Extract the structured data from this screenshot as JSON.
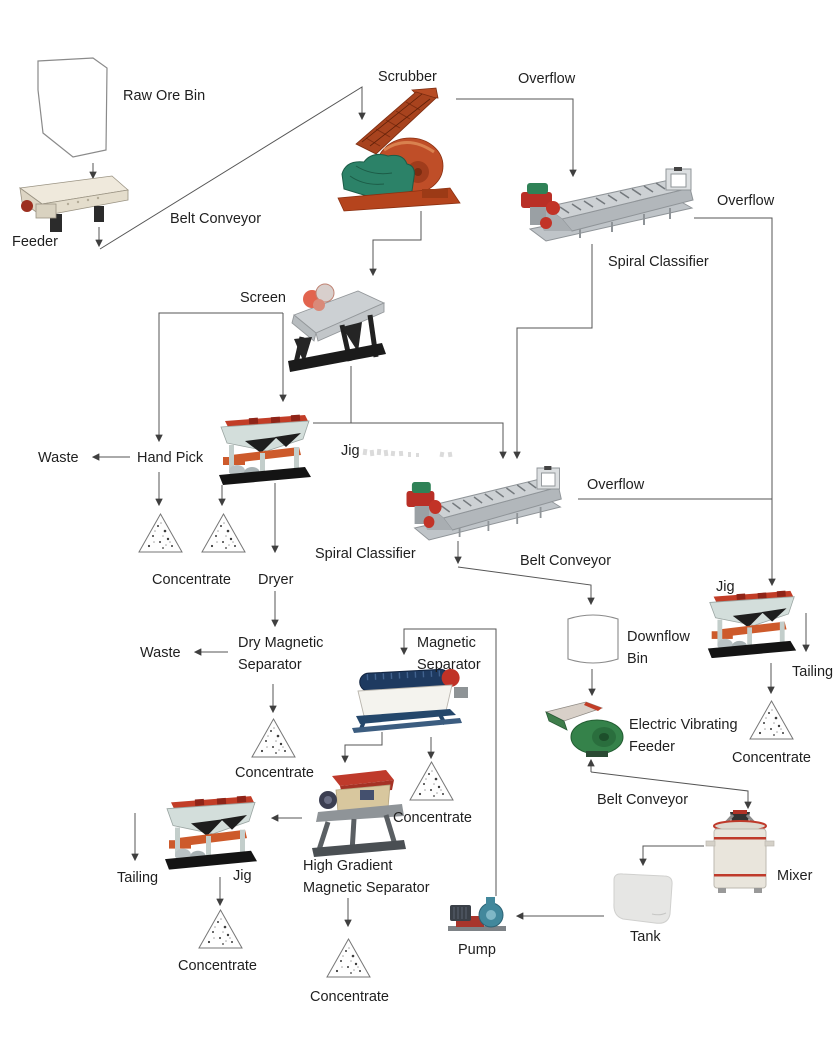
{
  "labels": {
    "raw_ore_bin": "Raw Ore Bin",
    "feeder": "Feeder",
    "belt_conveyor_1": "Belt Conveyor",
    "scrubber": "Scrubber",
    "overflow_top": "Overflow",
    "overflow_right": "Overflow",
    "overflow_mid": "Overflow",
    "spiral_classifier_1": "Spiral Classifier",
    "spiral_classifier_2": "Spiral Classifier",
    "screen": "Screen",
    "waste_1": "Waste",
    "hand_pick": "Hand Pick",
    "jig_1": "Jig",
    "jig_2": "Jig",
    "jig_3": "Jig",
    "dryer": "Dryer",
    "dry_magnetic_separator": "Dry Magnetic Separator",
    "magnetic_separator": "Magnetic Separator",
    "high_gradient_magnetic_separator": "High Gradient Magnetic Separator",
    "waste_2": "Waste",
    "belt_conveyor_2": "Belt Conveyor",
    "belt_conveyor_3": "Belt Conveyor",
    "downflow_bin": "Downflow Bin",
    "electric_vibrating_feeder": "Electric Vibrating Feeder",
    "mixer": "Mixer",
    "tank": "Tank",
    "pump": "Pump",
    "tailing_1": "Tailing",
    "tailing_2": "Tailing",
    "concentrate_hand_pick_jig": "Concentrate",
    "concentrate_dry_mag": "Concentrate",
    "concentrate_mag": "Concentrate",
    "concentrate_jig2": "Concentrate",
    "concentrate_jig3": "Concentrate",
    "concentrate_hgms": "Concentrate"
  },
  "connections": [
    {
      "from": "Raw Ore Bin",
      "to": "Feeder"
    },
    {
      "from": "Feeder",
      "to": "Scrubber",
      "via": "Belt Conveyor"
    },
    {
      "from": "Scrubber",
      "to": "Spiral Classifier 1",
      "via": "Overflow"
    },
    {
      "from": "Scrubber",
      "to": "Screen"
    },
    {
      "from": "Spiral Classifier 1",
      "to": "Jig 2",
      "via": "Overflow"
    },
    {
      "from": "Spiral Classifier 1",
      "to": "Spiral Classifier 2"
    },
    {
      "from": "Screen",
      "to": "Hand Pick"
    },
    {
      "from": "Screen",
      "to": "Jig 1"
    },
    {
      "from": "Screen",
      "to": "Spiral Classifier 2"
    },
    {
      "from": "Hand Pick",
      "to": "Waste"
    },
    {
      "from": "Hand Pick",
      "to": "Concentrate"
    },
    {
      "from": "Jig 1",
      "to": "Concentrate"
    },
    {
      "from": "Jig 1",
      "to": "Spiral Classifier 2"
    },
    {
      "from": "Jig 1",
      "to": "Dry Magnetic Separator",
      "via": "Dryer"
    },
    {
      "from": "Dry Magnetic Separator",
      "to": "Waste"
    },
    {
      "from": "Dry Magnetic Separator",
      "to": "Concentrate"
    },
    {
      "from": "Spiral Classifier 2",
      "to": "Jig 2",
      "via": "Overflow"
    },
    {
      "from": "Spiral Classifier 2",
      "to": "Downflow Bin",
      "via": "Belt Conveyor"
    },
    {
      "from": "Downflow Bin",
      "to": "Electric Vibrating Feeder"
    },
    {
      "from": "Electric Vibrating Feeder",
      "to": "Mixer",
      "via": "Belt Conveyor"
    },
    {
      "from": "Mixer",
      "to": "Tank"
    },
    {
      "from": "Tank",
      "to": "Pump"
    },
    {
      "from": "Pump",
      "to": "Magnetic Separator"
    },
    {
      "from": "Magnetic Separator",
      "to": "Concentrate"
    },
    {
      "from": "Magnetic Separator",
      "to": "High Gradient Magnetic Separator"
    },
    {
      "from": "High Gradient Magnetic Separator",
      "to": "Jig 3"
    },
    {
      "from": "High Gradient Magnetic Separator",
      "to": "Concentrate"
    },
    {
      "from": "Jig 2",
      "to": "Tailing"
    },
    {
      "from": "Jig 2",
      "to": "Concentrate"
    },
    {
      "from": "Jig 3",
      "to": "Tailing"
    },
    {
      "from": "Jig 3",
      "to": "Concentrate"
    }
  ],
  "colors": {
    "line": "#555555",
    "text": "#1f1f1f",
    "scrubber_orange": "#bf4e28",
    "gearbox_teal": "#2c8268",
    "classifier_grey": "#c0c5c9",
    "jig_body": "#d3dedb",
    "accent_red": "#bf3a2b",
    "magnet_navy": "#1e3a60",
    "feeder_green": "#35824a",
    "pump_teal": "#42889c"
  }
}
